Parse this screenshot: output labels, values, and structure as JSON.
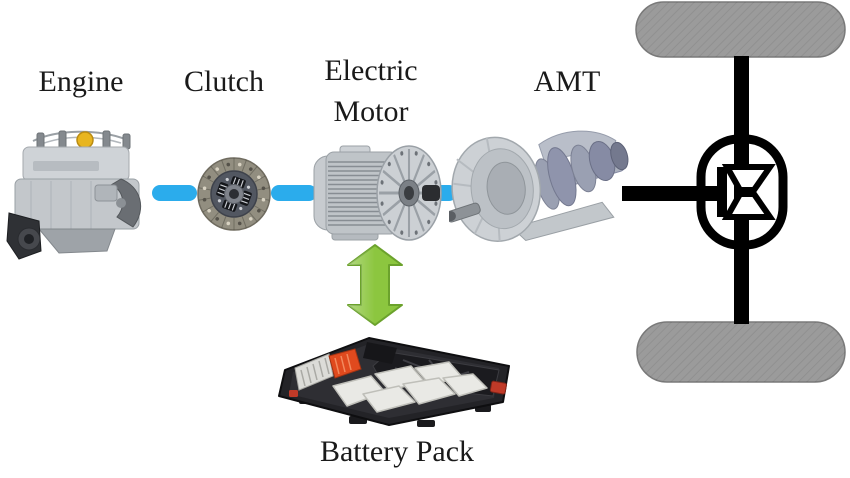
{
  "diagram": {
    "labels": {
      "engine": "Engine",
      "clutch": "Clutch",
      "electric_motor_line1": "Electric",
      "electric_motor_line2": "Motor",
      "amt": "AMT",
      "battery_pack": "Battery Pack"
    },
    "colors": {
      "mechanical_link": "#2BACEC",
      "electrical_link": "#8CC63F",
      "electrical_link_border": "#6BA22C",
      "shaft": "#000000",
      "wheel_fill": "#9B9B9B",
      "wheel_border": "#7A7A7A",
      "label_text": "#1A1A1A",
      "background": "#FFFFFF"
    }
  }
}
